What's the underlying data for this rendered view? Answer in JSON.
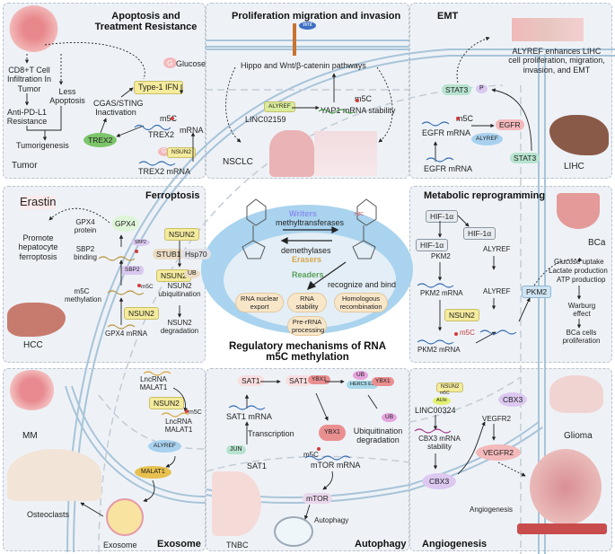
{
  "center": {
    "title": "Regulatory mechanisms of RNA m5C methylation",
    "writers": "Writers",
    "methyltransferases": "methyltransferases",
    "demethylases": "demethylases",
    "erasers": "Erasers",
    "readers": "Readers",
    "recognize": "recognize and bind",
    "functions": [
      "RNA nuclear export",
      "RNA stability",
      "Homologous recombination",
      "Pre-rRNA processing"
    ],
    "colors": {
      "writers": "#8a8df0",
      "erasers": "#d9a64a",
      "readers": "#5aa05a"
    }
  },
  "apoptosis": {
    "title": "Apoptosis and Treatment Resistance",
    "cd8": "CD8+T Cell Infiltration In Tumor",
    "less_apoptosis": "Less Apoptosis",
    "anti_pdl1": "Anti-PD-L1 Resistance",
    "tumorigenesis": "Tumorigenesis",
    "tumor": "Tumor",
    "glucose": "Glucose",
    "g": "G",
    "type1ifn": "Type-1 IFN",
    "cgas": "CGAS/STING Inactivation",
    "trex2": "TREX2",
    "m5c": "m5C",
    "trex2_mrna_label": "TREX2",
    "mrna": "mRNA",
    "nsun2": "NSUN2",
    "trex2_mrna": "TREX2 mRNA"
  },
  "proliferation": {
    "title": "Proliferation migration and invasion",
    "wnt": "Wnt",
    "pathways": "Hippo and Wnt/β-catenin pathways",
    "alyref": "ALYREF",
    "linc": "LINC02159",
    "m5c": "m5C",
    "yap1": "YAP1 mRNA stability",
    "nsclc": "NSCLC"
  },
  "emt": {
    "title": "EMT",
    "desc": "ALYREF enhances LIHC cell proliferation, migration, invasion, and EMT",
    "stat3": "STAT3",
    "p": "P",
    "m5c": "m5C",
    "egfr_mrna": "EGFR mRNA",
    "egfr": "EGFR",
    "alyref": "ALYREF",
    "stat3b": "STAT3",
    "egfr_mrna2": "EGFR mRNA",
    "lihc": "LIHC"
  },
  "ferroptosis": {
    "title": "Ferroptosis",
    "erastin": "Erastin",
    "promote": "Promote hepatocyte ferroptosis",
    "gpx4_protein": "GPX4 protein",
    "gpx4": "GPX4",
    "sbp2_binding": "SBP2 binding",
    "sbp2": "SBP2",
    "m5c_methylation": "m5C methylation",
    "m5c": "m5C",
    "nsun2": "NSUN2",
    "gpx4_mrna": "GPX4 mRNA",
    "stub1": "STUB1",
    "hsp70": "Hsp70",
    "nsun2_ub": "NSUN2",
    "ub": "UB",
    "ubiq": "NSUN2 ubiquitination",
    "degr": "NSUN2 degradation",
    "hcc": "HCC"
  },
  "metabolic": {
    "title": "Metabolic reprogramming",
    "hif": "HIF-1α",
    "pkm2": "PKM2",
    "alyref": "ALYREF",
    "pkm2_mrna": "PKM2 mRNA",
    "nsun2": "NSUN2",
    "m5c": "m5C",
    "bca": "BCa",
    "glucose": "Glucose uptake",
    "lactate": "Lactate production",
    "atp": "ATP productiop",
    "warburg": "Warburg effect",
    "bca_prolif": "BCa cells proliferation"
  },
  "exosome": {
    "title": "Exosome",
    "mm": "MM",
    "lnc": "LncRNA MALAT1",
    "nsun2": "NSUN2",
    "m5c": "m5C",
    "alyref": "ALYREF",
    "malat1": "MALAT1",
    "osteoclasts": "Osteoclasts",
    "exosome": "Exosome"
  },
  "autophagy": {
    "title": "Autophagy",
    "sat1": "SAT1",
    "ybx1": "YBX1",
    "ub": "UB",
    "herc5": "HERC5 E3",
    "sat1_mrna": "SAT1 mRNA",
    "transcription": "Transcription",
    "jun": "JUN",
    "m5c": "m5C",
    "mtor_mrna": "mTOR mRNA",
    "ubiq": "Ubiquitination degradation",
    "mtor": "mTOR",
    "autophagy": "Autophagy",
    "tnbc": "TNBC"
  },
  "angiogenesis": {
    "title": "Angiogenesis",
    "nsun2": "NSUN2",
    "m5c": "m5C",
    "auh": "AUH",
    "linc": "LINC00324",
    "cbx3_mrna": "CBX3 mRNA stability",
    "cbx3": "CBX3",
    "vegfr2": "VEGFR2",
    "glioma": "Glioma",
    "angio": "Angiogenesis"
  }
}
